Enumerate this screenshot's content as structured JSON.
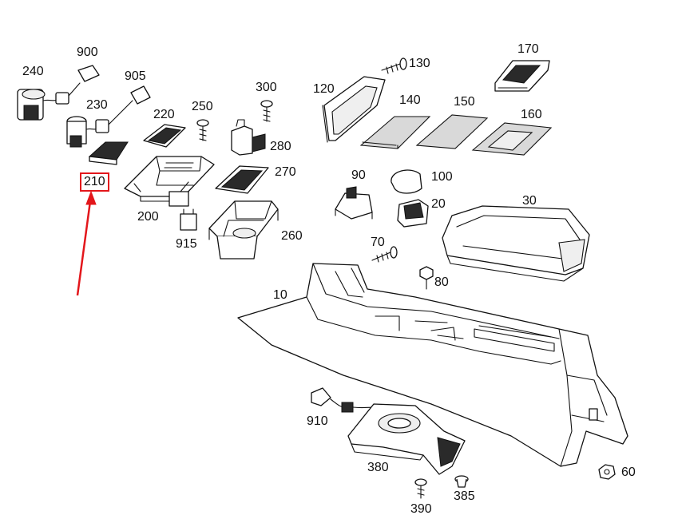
{
  "diagram": {
    "highlight": {
      "label": "210",
      "border_color": "#e3161b",
      "arrow_color": "#e3161b"
    },
    "labels": {
      "l240": "240",
      "l900": "900",
      "l905": "905",
      "l230": "230",
      "l220": "220",
      "l250": "250",
      "l300": "300",
      "l130": "130",
      "l170": "170",
      "l120": "120",
      "l140": "140",
      "l150": "150",
      "l160": "160",
      "l280": "280",
      "l270": "270",
      "l200": "200",
      "l915": "915",
      "l260": "260",
      "l90": "90",
      "l100": "100",
      "l20": "20",
      "l30": "30",
      "l70": "70",
      "l80": "80",
      "l10": "10",
      "l910": "910",
      "l380": "380",
      "l390": "390",
      "l385": "385",
      "l60": "60"
    }
  }
}
